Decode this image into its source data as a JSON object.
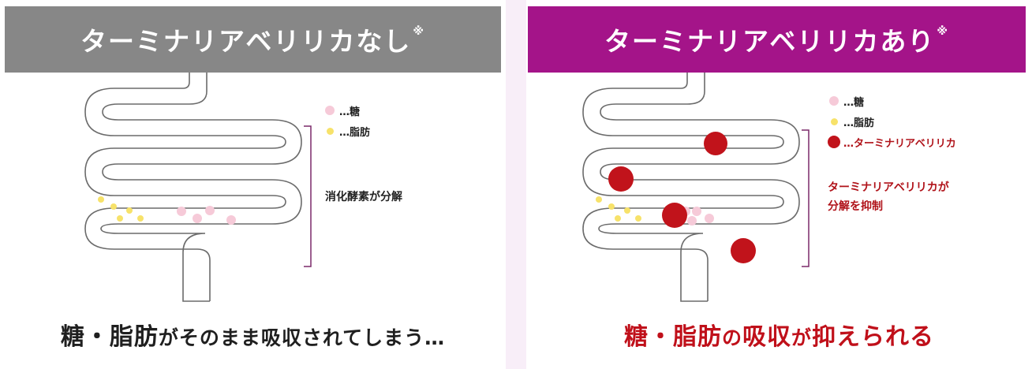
{
  "left": {
    "title": "ターミナリアベリリカなし",
    "note_mark": "※",
    "legend": [
      {
        "icon": "sugar-dot",
        "label": "…糖"
      },
      {
        "icon": "fat-dot",
        "label": "…脂肪"
      }
    ],
    "annotation": "消化酵素が分解",
    "caption_big": "糖・脂肪",
    "caption_rest": "がそのまま吸収されてしまう…"
  },
  "right": {
    "title": "ターミナリアベリリカあり",
    "note_mark": "※",
    "legend": [
      {
        "icon": "sugar-dot",
        "label": "…糖"
      },
      {
        "icon": "fat-dot",
        "label": "…脂肪"
      },
      {
        "icon": "terminalia-dot",
        "label": "…ターミナリアベリリカ"
      }
    ],
    "annotation_line1": "ターミナリアベリリカが",
    "annotation_line2": "分解を抑制",
    "caption_big": "糖・脂肪",
    "caption_mid": "の",
    "caption_big2": "吸収",
    "caption_mid2": "が",
    "caption_big3": "抑えられる"
  },
  "colors": {
    "left_header": "#878787",
    "right_header": "#a41489",
    "sugar": "#f6cad8",
    "fat": "#f7e26a",
    "terminalia": "#c1131b",
    "bracket": "#7b2a6a",
    "accent_text": "#c0101a"
  }
}
